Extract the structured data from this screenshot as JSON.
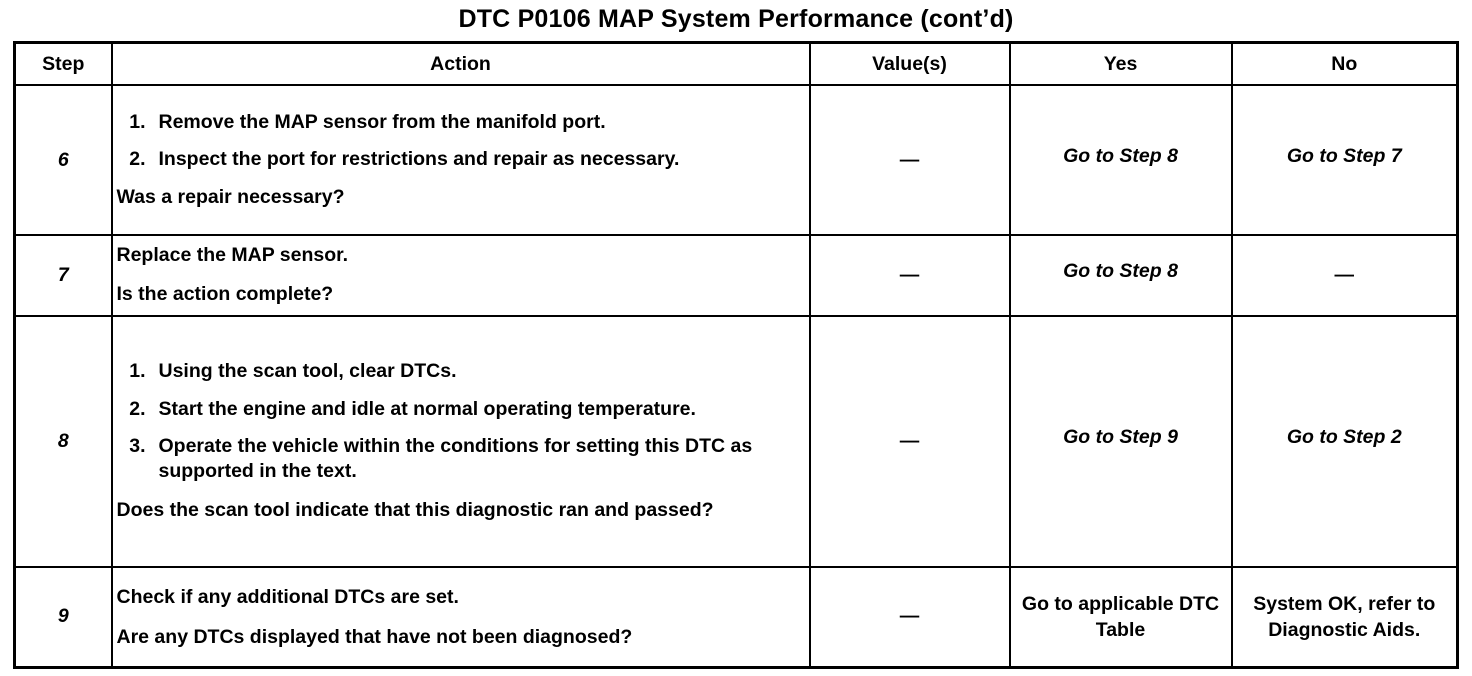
{
  "document": {
    "title": "DTC P0106 MAP System Performance (cont’d)"
  },
  "table": {
    "columns": [
      {
        "key": "step",
        "label": "Step"
      },
      {
        "key": "action",
        "label": "Action"
      },
      {
        "key": "value",
        "label": "Value(s)"
      },
      {
        "key": "yes",
        "label": "Yes"
      },
      {
        "key": "no",
        "label": "No"
      }
    ],
    "rows": [
      {
        "step": "6",
        "numbered_items": [
          {
            "num": "1.",
            "text": "Remove the MAP sensor from the manifold port."
          },
          {
            "num": "2.",
            "text": "Inspect the port for restrictions and repair as necessary."
          }
        ],
        "question": "Was a repair necessary?",
        "value": "—",
        "yes": "Go to Step 8",
        "no": "Go to Step 7"
      },
      {
        "step": "7",
        "statement": "Replace the MAP sensor.",
        "question": "Is the action complete?",
        "value": "—",
        "yes": "Go to Step 8",
        "no": "—"
      },
      {
        "step": "8",
        "numbered_items": [
          {
            "num": "1.",
            "text": "Using the scan tool, clear DTCs."
          },
          {
            "num": "2.",
            "text": "Start the engine and idle at normal operating temperature."
          },
          {
            "num": "3.",
            "text": "Operate the vehicle within the conditions for setting this DTC as supported in the text."
          }
        ],
        "question": "Does the scan tool indicate that this diagnostic ran and passed?",
        "value": "—",
        "yes": "Go to Step 9",
        "no": "Go to Step 2"
      },
      {
        "step": "9",
        "statement": "Check if any additional DTCs are set.",
        "question": "Are any DTCs displayed that have not been diagnosed?",
        "value": "—",
        "yes": "Go to applicable DTC Table",
        "no": "System OK, refer to Diagnostic Aids."
      }
    ]
  },
  "colors": {
    "text": "#000000",
    "background": "#ffffff",
    "border": "#000000"
  }
}
